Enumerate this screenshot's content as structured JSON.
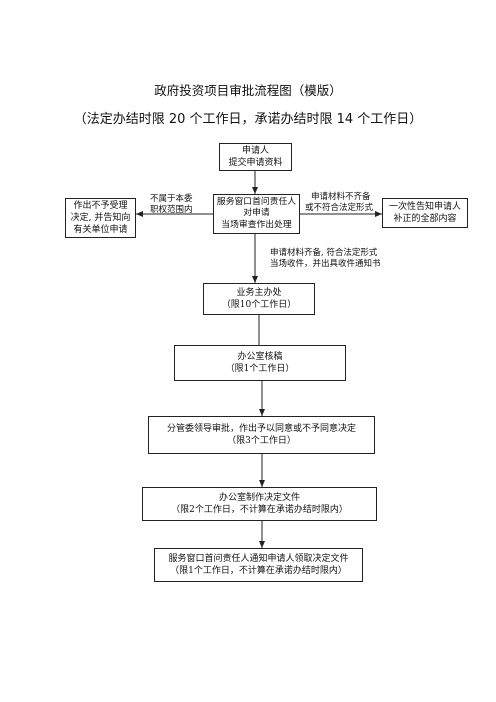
{
  "title": "政府投资项目审批流程图（模版）",
  "subtitle": "（法定办结时限 20 个工作日，承诺办结时限 14 个工作日）",
  "nodes": {
    "applicant": [
      "申请人",
      "提交申请资料"
    ],
    "window": [
      "服务窗口首问责任人",
      "对申请",
      "当场审查作出处理"
    ],
    "reject": [
      "作出不予受理",
      "决定, 并告知向",
      "有关单位申请"
    ],
    "notify": [
      "一次性告知申请人",
      "补正的全部内容"
    ],
    "dept": [
      "业务主办处",
      "（限10个工作日）"
    ],
    "office_review": [
      "办公室核稿",
      "（限1个工作日）"
    ],
    "leader": [
      "分管委领导审批，作出予以同意或不予同意决定",
      "（限3个工作日）"
    ],
    "office_doc": [
      "办公室制作决定文件",
      "（限2个工作日，不计算在承诺办结时限内）"
    ],
    "deliver": [
      "服务窗口首问责任人通知申请人领取决定文件",
      "（限1个工作日，不计算在承诺办结时限内）"
    ]
  },
  "edge_labels": {
    "not_scope": [
      "不属于本委",
      "职权范围内"
    ],
    "incomplete": [
      "申请材料不齐备",
      "或不符合法定形式"
    ],
    "complete": [
      "申请材料齐备, 符合法定形式",
      "当场收件，并出具收件通知书"
    ]
  }
}
